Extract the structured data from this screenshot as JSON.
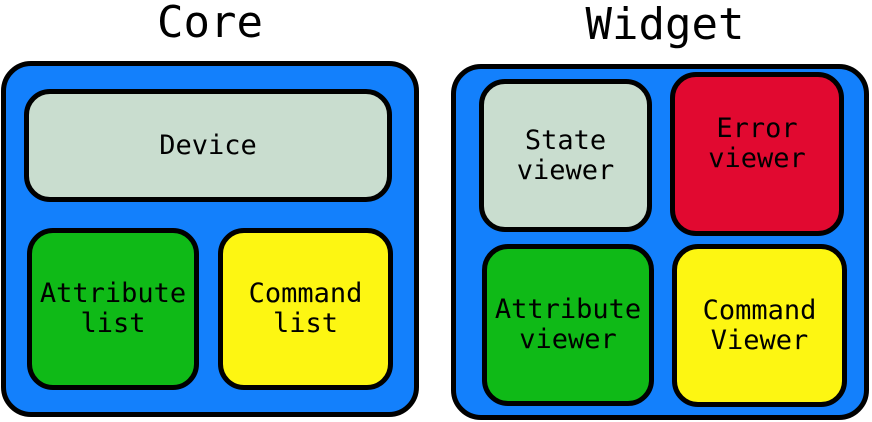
{
  "colors": {
    "panel_fill": "#1380fc",
    "outline": "#000000",
    "grey_box": "#c9ddcf",
    "green_box": "#0fba17",
    "yellow_box": "#fdf612",
    "red_box": "#e10930"
  },
  "core": {
    "title": "Core",
    "device": "Device",
    "attribute_list": "Attribute\nlist",
    "command_list": "Command\nlist"
  },
  "widget": {
    "title": "Widget",
    "state_viewer": "State\nviewer",
    "error_viewer": "Error\nviewer",
    "attribute_viewer": "Attribute\nviewer",
    "command_viewer": "Command\nViewer"
  }
}
